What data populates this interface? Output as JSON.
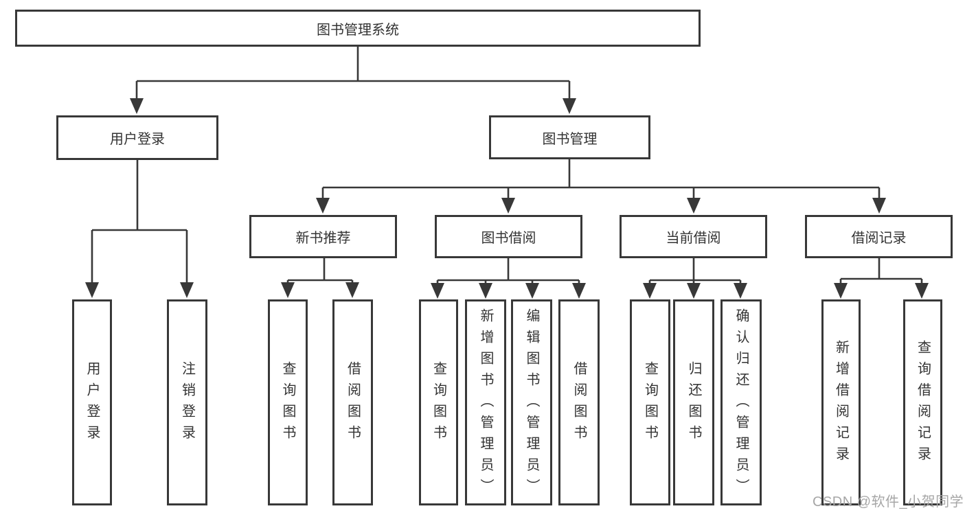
{
  "nodes": {
    "root": "图书管理系统",
    "userLogin": "用户登录",
    "bookMgmt": "图书管理",
    "newBooks": "新书推荐",
    "bookBorrow": "图书借阅",
    "currentBorrow": "当前借阅",
    "borrowRecords": "借阅记录",
    "leafUserLogin": "用户登录",
    "leafLogout": "注销登录",
    "nbQuery": "查询图书",
    "nbBorrow": "借阅图书",
    "bbQuery": "查询图书",
    "bbAdd": "新增图书（管理员）",
    "bbEdit": "编辑图书（管理员）",
    "bbBorrow": "借阅图书",
    "cbQuery": "查询图书",
    "cbReturn": "归还图书",
    "cbConfirm": "确认归还（管理员）",
    "brAdd": "新增借阅记录",
    "brQuery": "查询借阅记录"
  },
  "watermark": {
    "text": "CSDN @软件_小贺同学"
  },
  "colors": {
    "line": "#383838",
    "text": "#333333",
    "watermark": "#a6a6a6",
    "background": "#ffffff"
  }
}
